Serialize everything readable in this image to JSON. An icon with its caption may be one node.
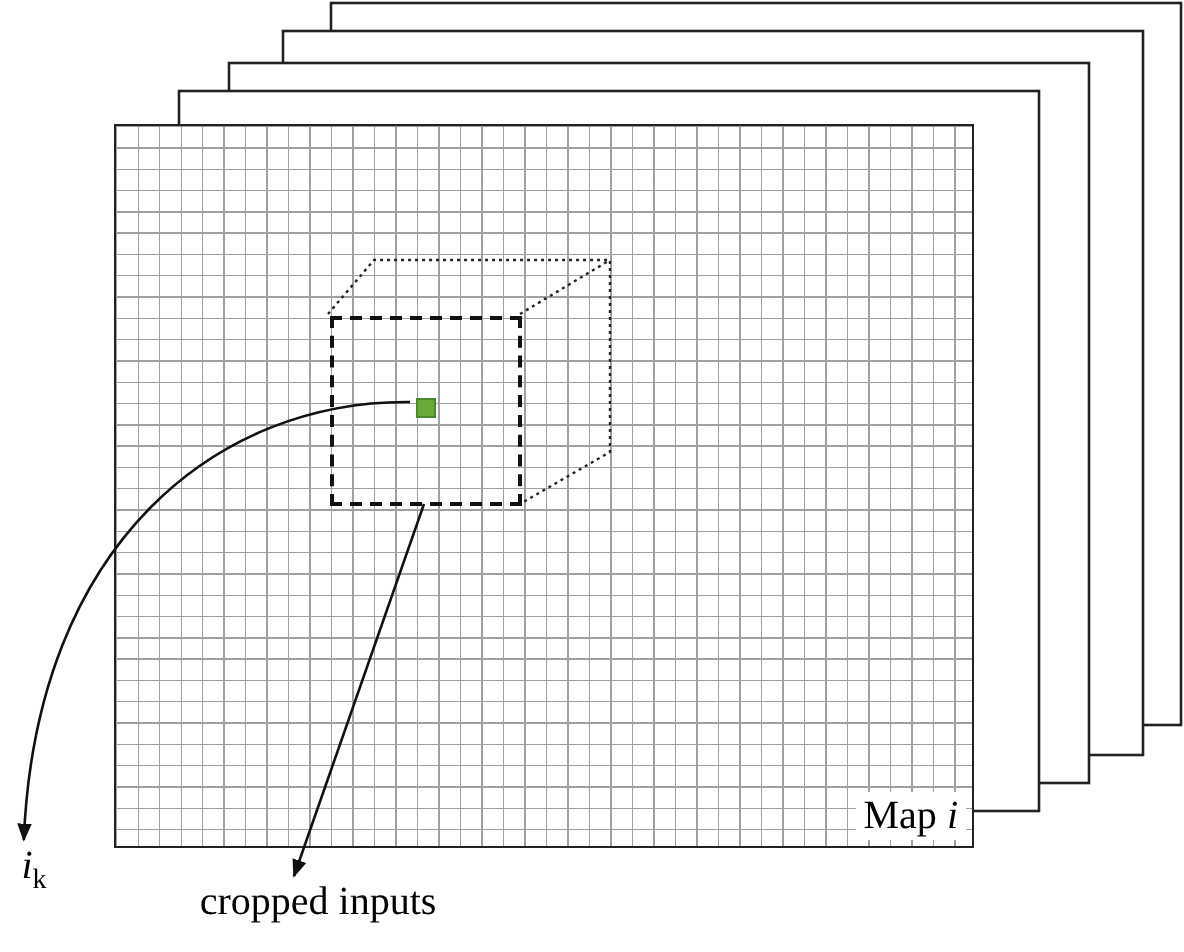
{
  "diagram": {
    "nodes": [
      {
        "text": [
          "Map *i*"
        ]
      },
      {
        "text": [],
        "shape": "box",
        "in": 0
      },
      {
        "text": [],
        "shape": "box",
        "in": 1
      },
      {
        "text": [
          "*i*$_{k}$"
        ]
      },
      {
        "text": [
          "cropped inputs"
        ]
      }
    ],
    "edges": [
      {
        "from": 2,
        "to": 3,
        "arrow": "to"
      },
      {
        "from": 1,
        "to": 4,
        "arrow": "to"
      }
    ]
  }
}
